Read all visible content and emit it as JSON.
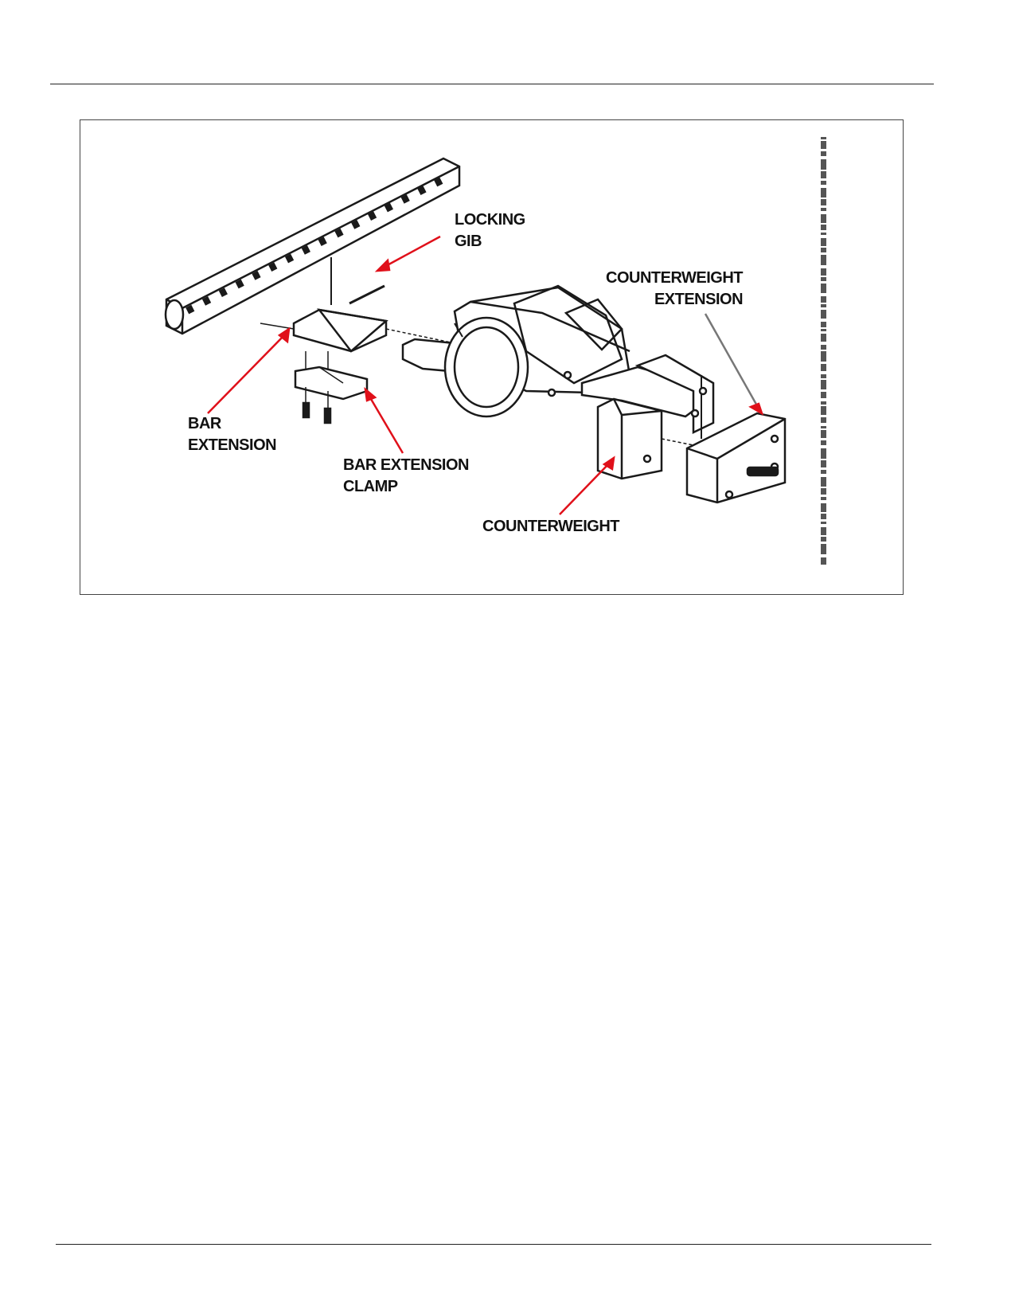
{
  "figure": {
    "callouts": {
      "locking_gib": [
        "LOCKING",
        "GIB"
      ],
      "counterweight_extension": [
        "COUNTERWEIGHT",
        "EXTENSION"
      ],
      "bar_extension": [
        "BAR",
        "EXTENSION"
      ],
      "bar_extension_clamp": [
        "BAR EXTENSION",
        "CLAMP"
      ],
      "counterweight": [
        "COUNTERWEIGHT"
      ]
    },
    "colors": {
      "leader": "#e0101a",
      "linework": "#1a1a1a",
      "frame": "#444444"
    }
  }
}
